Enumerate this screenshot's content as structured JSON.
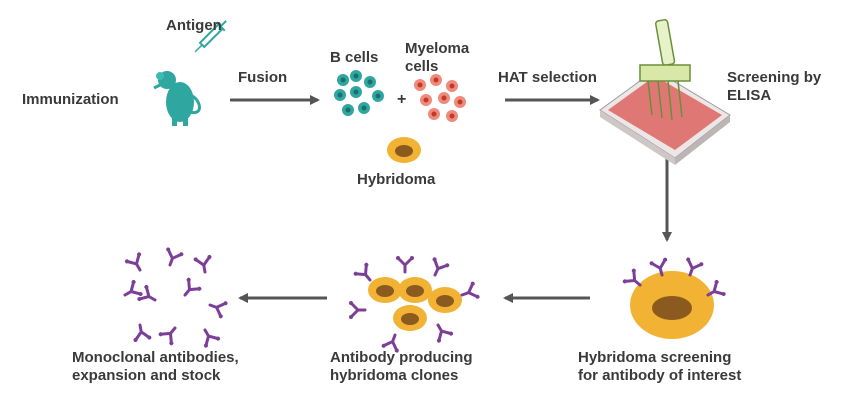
{
  "labels": {
    "antigen": "Antigen",
    "immunization": "Immunization",
    "fusion": "Fusion",
    "b_cells": "B cells",
    "myeloma_line1": "Myeloma",
    "myeloma_line2": "cells",
    "plus": "+",
    "hybridoma": "Hybridoma",
    "hat_selection": "HAT selection",
    "screening_line1": "Screening by",
    "screening_line2": "ELISA",
    "hyb_screen_line1": "Hybridoma screening",
    "hyb_screen_line2": "for antibody of interest",
    "clones_line1": "Antibody producing",
    "clones_line2": "hybridoma clones",
    "mono_line1": "Monoclonal antibodies,",
    "mono_line2": "expansion and stock"
  },
  "icons": [
    "syringe-icon",
    "mouse-icon",
    "b-cell-icon",
    "myeloma-cell-icon",
    "hybridoma-cell-icon",
    "elisa-plate-icon",
    "pipette-icon",
    "antibody-icon"
  ],
  "colors": {
    "teal": "#2fa7a0",
    "salmon": "#f08a7b",
    "gold": "#f2b233",
    "purple": "#7b3f98",
    "arrow": "#555555",
    "plate_red": "#d9534f"
  }
}
